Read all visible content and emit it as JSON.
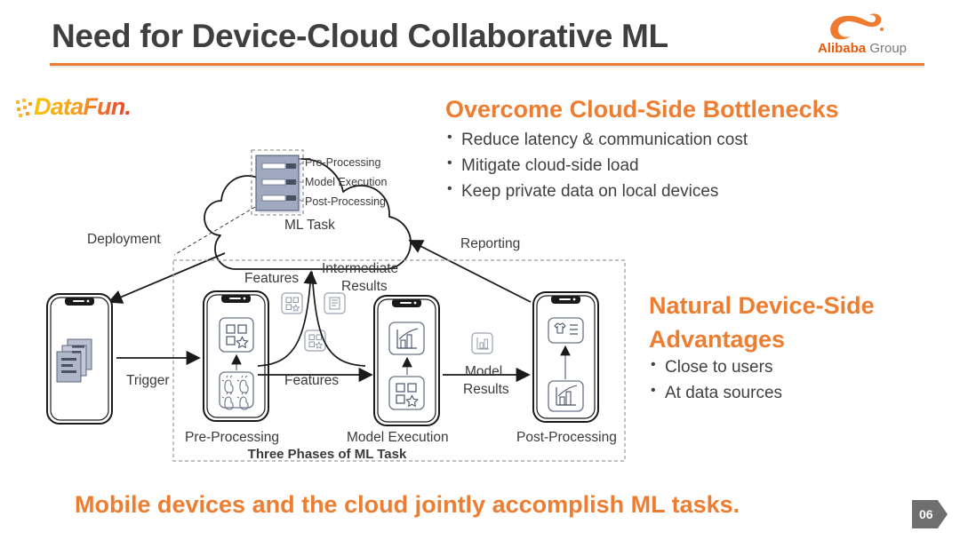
{
  "header": {
    "title": "Need for Device-Cloud Collaborative ML",
    "accent_color": "#ED7D31",
    "alibaba_logo": {
      "name_bold": "Alibaba",
      "name_light": " Group"
    },
    "datafun_logo": {
      "text": "DataFun."
    }
  },
  "right_panel": {
    "heading1": "Overcome Cloud-Side Bottlenecks",
    "bullets1": [
      "Reduce latency & communication cost",
      "Mitigate cloud-side load",
      "Keep private data on local devices"
    ],
    "heading2": "Natural Device-Side Advantages",
    "bullets2": [
      "Close to users",
      "At data sources"
    ]
  },
  "diagram": {
    "cloud": {
      "task_label": "ML Task",
      "server_rows": [
        "Pre-Processing",
        "Model Execution",
        "Post-Processing"
      ]
    },
    "arrows": {
      "deployment": "Deployment",
      "reporting": "Reporting",
      "trigger": "Trigger",
      "features_top": "Features",
      "features_bottom": "Features",
      "intermediate_line1": "Intermediate",
      "intermediate_line2": "Results",
      "model_line1": "Model",
      "model_line2": "Results"
    },
    "phases_box_label": "Three Phases of ML Task",
    "phone_labels": {
      "pre": "Pre-Processing",
      "exec": "Model Execution",
      "post": "Post-Processing"
    }
  },
  "footer": {
    "caption": "Mobile devices and the cloud jointly accomplish ML tasks.",
    "page_number": "06"
  }
}
